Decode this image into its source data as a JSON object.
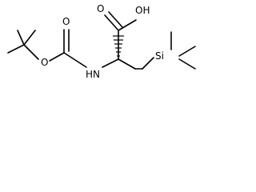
{
  "molecule": {
    "atom_labels": {
      "carboxyl_oh": "OH",
      "carbonyl_o_acid": "O",
      "carbonyl_o_boc": "O",
      "ester_o": "O",
      "amine": "HN",
      "silicon": "Si"
    },
    "colors": {
      "bond": "#000000",
      "text": "#000000",
      "background": "#ffffff"
    }
  }
}
